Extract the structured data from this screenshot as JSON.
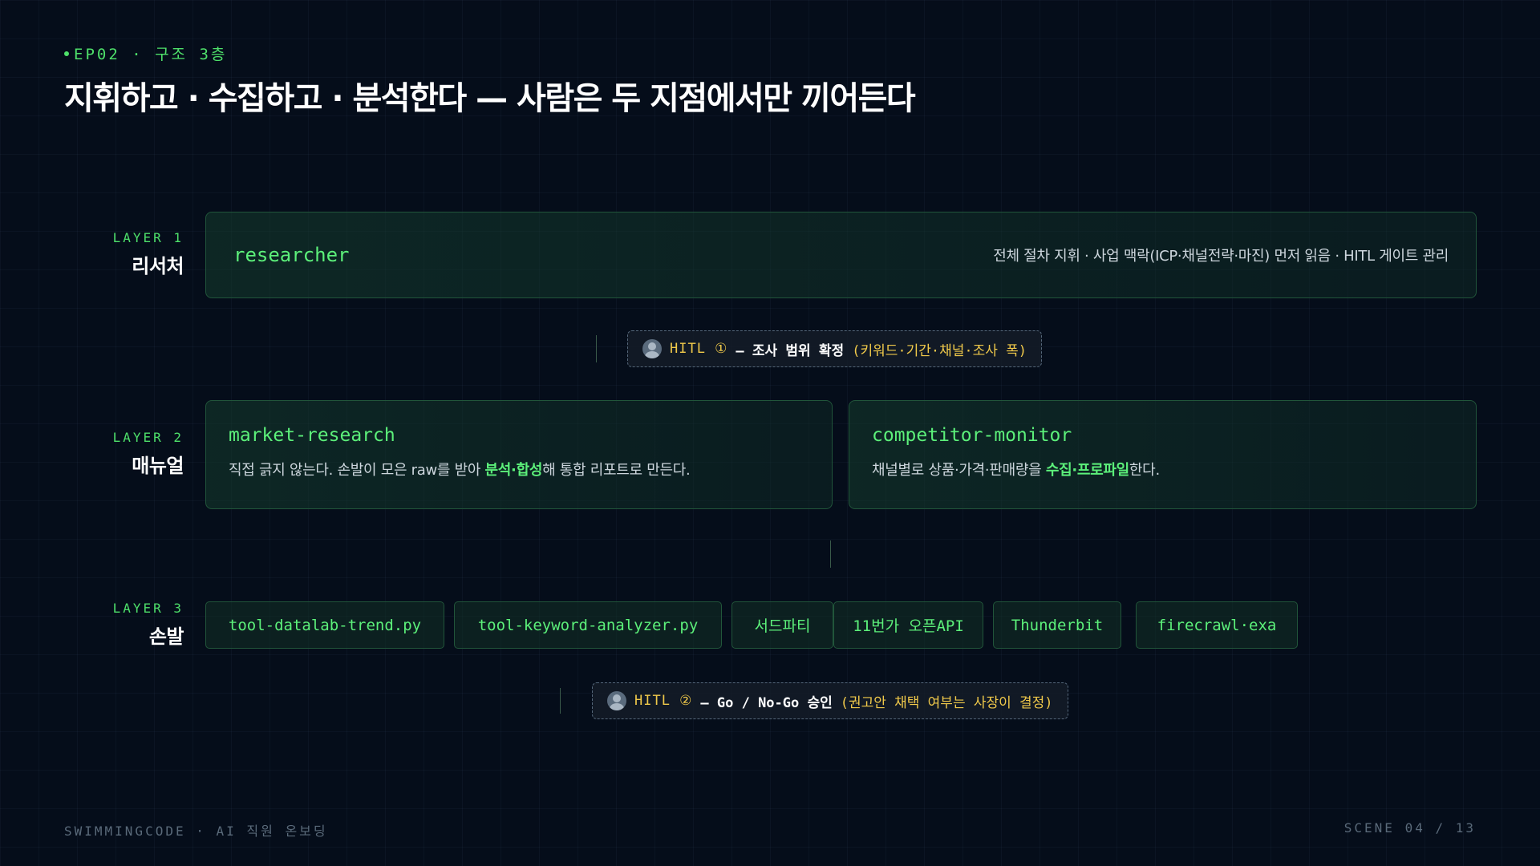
{
  "header": {
    "eyebrow": "EP02 · 구조 3층",
    "title": "지휘하고 · 수집하고 · 분석한다 — 사람은 두 지점에서만 끼어든다"
  },
  "layers": [
    {
      "tag": "LAYER 1",
      "name": "리서처"
    },
    {
      "tag": "LAYER 2",
      "name": "매뉴얼"
    },
    {
      "tag": "LAYER 3",
      "name": "손발"
    }
  ],
  "researcher": {
    "name": "researcher",
    "desc": "전체 절차 지휘 · 사업 맥락(ICP·채널전략·마진) 먼저 읽음 · HITL 게이트 관리"
  },
  "hitl1": {
    "code": "HITL ①",
    "text": "— 조사 범위 확정",
    "note": "(키워드·기간·채널·조사 폭)"
  },
  "market_research": {
    "name": "market-research",
    "desc_pre": "직접 긁지 않는다. 손발이 모은 raw를 받아 ",
    "desc_hl": "분석·합성",
    "desc_post": "해 통합 리포트로 만든다."
  },
  "competitor_monitor": {
    "name": "competitor-monitor",
    "desc_pre": "채널별로 상품·가격·판매량을 ",
    "desc_hl": "수집·프로파일",
    "desc_post": "한다."
  },
  "tools": [
    "tool-datalab-trend.py",
    "tool-keyword-analyzer.py",
    "서드파티",
    "11번가 오픈API",
    "Thunderbit",
    "firecrawl·exa"
  ],
  "hitl2": {
    "code": "HITL ②",
    "text": "— Go / No-Go 승인",
    "note": "(권고안 채택 여부는 사장이 결정)"
  },
  "footer": {
    "left": "SWIMMINGCODE · AI 직원 온보딩",
    "right": "SCENE 04 / 13"
  }
}
